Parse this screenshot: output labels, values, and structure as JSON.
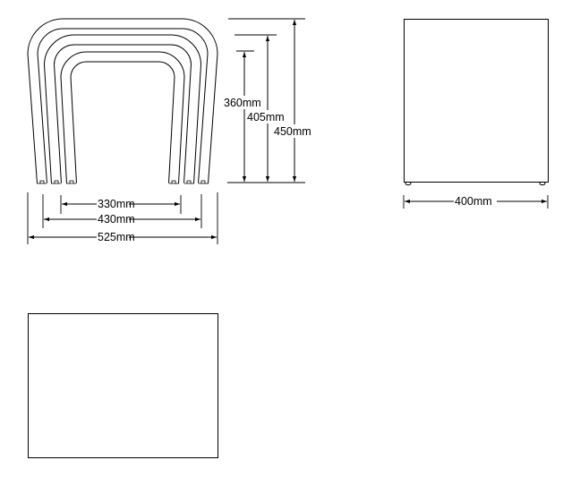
{
  "front_view": {
    "heights": {
      "small": "360mm",
      "medium": "405mm",
      "large": "450mm"
    },
    "widths": {
      "small": "330mm",
      "medium": "430mm",
      "large": "525mm"
    }
  },
  "side_view": {
    "depth": "400mm"
  },
  "colors": {
    "line": "#000000",
    "background": "#ffffff"
  }
}
